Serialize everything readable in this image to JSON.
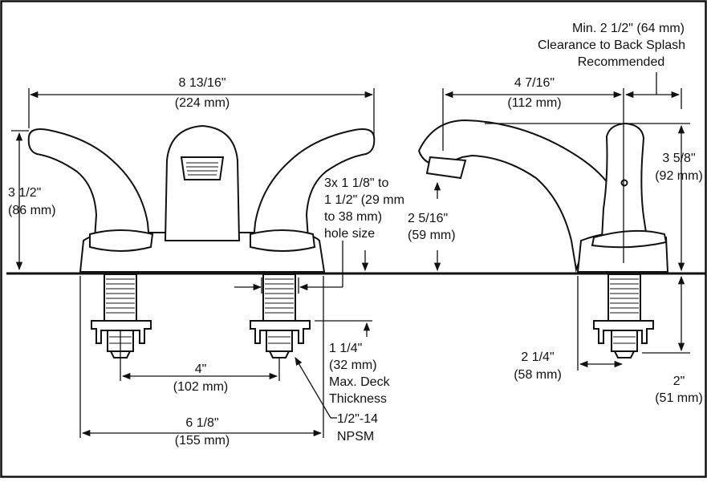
{
  "diagram": {
    "overall_width": [
      "8 13/16\"",
      "(224 mm)"
    ],
    "handle_height": [
      "3 1/2\"",
      "(86 mm)"
    ],
    "hole_size": [
      "3x 1 1/8\" to",
      "1 1/2\" (29 mm",
      "to 38 mm)",
      "hole size"
    ],
    "spout_height": [
      "2 5/16\"",
      "(59 mm)"
    ],
    "spout_reach": [
      "4 7/16\"",
      "(112 mm)"
    ],
    "backsplash": [
      "Min. 2 1/2\" (64 mm)",
      "Clearance to Back Splash",
      "Recommended"
    ],
    "body_height": [
      "3 5/8\"",
      "(92 mm)"
    ],
    "center_spacing": [
      "4\"",
      "(102 mm)"
    ],
    "base_width": [
      "6 1/8\"",
      "(155 mm)"
    ],
    "deck_thickness": [
      "1 1/4\"",
      "(32 mm)",
      "Max. Deck",
      "Thickness"
    ],
    "thread": [
      "1/2\"-14",
      "NPSM"
    ],
    "shank_offset": [
      "2 1/4\"",
      "(58 mm)"
    ],
    "shank_length": [
      "2\"",
      "(51 mm)"
    ]
  },
  "colors": {
    "line": "#111111",
    "background": "#ffffff"
  }
}
